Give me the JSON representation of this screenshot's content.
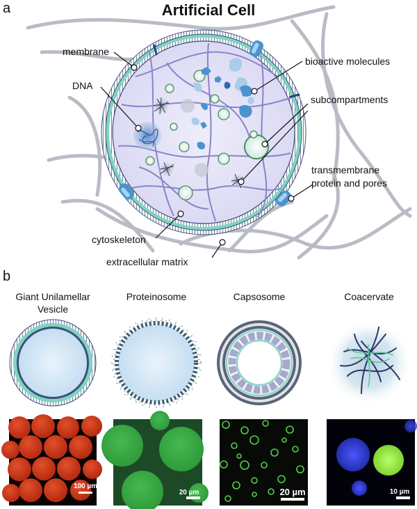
{
  "panel_a": {
    "letter": "a",
    "title": "Artificial Cell",
    "labels": {
      "membrane": "membrane",
      "dna": "DNA",
      "bioactive": "bioactive molecules",
      "subcompartments": "subcompartments",
      "transmembrane_1": "transmembrane",
      "transmembrane_2": "protein and pores",
      "cytoskeleton": "cytoskeleton",
      "matrix": "extracellular matrix"
    }
  },
  "panel_b": {
    "letter": "b",
    "columns": [
      {
        "title_1": "Giant Unilamellar",
        "title_2": "Vesicle",
        "scale": "100 µm"
      },
      {
        "title_1": "Proteinosome",
        "title_2": "",
        "scale": "20 µm"
      },
      {
        "title_1": "Capsosome",
        "title_2": "",
        "scale": "20 µm"
      },
      {
        "title_1": "Coacervate",
        "title_2": "",
        "scale": "10 µm"
      }
    ]
  },
  "colors": {
    "membrane_teal": "#7fd4c0",
    "membrane_dark": "#3e4f7a",
    "cell_interior": "#e4e3f7",
    "cytoskeleton": "#8a84c8",
    "matrix_gray": "#b9bcc4",
    "bio_blue": "#4a93cf",
    "micro_red": "#d23a1c",
    "micro_green": "#3fae4a"
  }
}
